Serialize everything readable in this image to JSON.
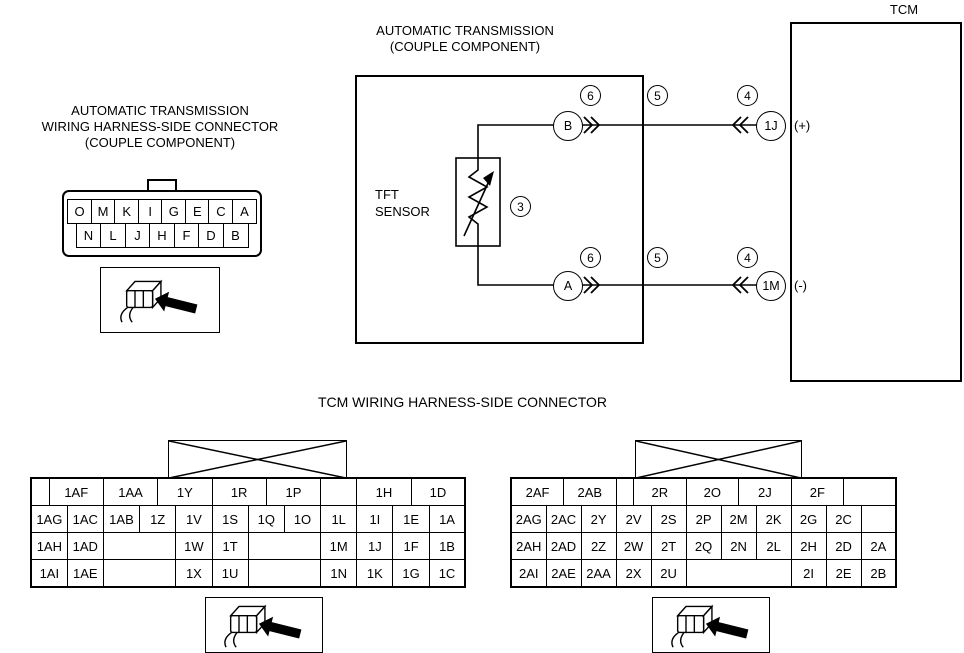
{
  "colors": {
    "ink": "#000000",
    "paper": "#ffffff"
  },
  "top_left_connector": {
    "title_lines": [
      "AUTOMATIC TRANSMISSION",
      "WIRING HARNESS-SIDE CONNECTOR",
      "(COUPLE COMPONENT)"
    ],
    "pin_rows": [
      [
        "O",
        "M",
        "K",
        "I",
        "G",
        "E",
        "C",
        "A"
      ],
      [
        "N",
        "L",
        "J",
        "H",
        "F",
        "D",
        "B"
      ]
    ]
  },
  "circuit": {
    "component_title_lines": [
      "AUTOMATIC TRANSMISSION",
      "(COUPLE COMPONENT)"
    ],
    "tcm_title": "TCM",
    "sensor_name_lines": [
      "TFT",
      "SENSOR"
    ],
    "terminals": {
      "top": "B",
      "bottom": "A"
    },
    "tcm_pins": {
      "top": "1J",
      "top_polarity": "(+)",
      "bottom": "1M",
      "bottom_polarity": "(-)"
    },
    "callouts": {
      "sensor": "3",
      "component_terminal": "6",
      "wire": "5",
      "tcm_pin": "4"
    }
  },
  "bottom_section": {
    "heading": "TCM WIRING HARNESS-SIDE CONNECTOR",
    "left_table": {
      "rows": [
        [
          {
            "t": "",
            "s": 1
          },
          {
            "t": "1AF",
            "s": 3
          },
          {
            "t": "1AA",
            "s": 3
          },
          {
            "t": "1Y",
            "s": 3
          },
          {
            "t": "1R",
            "s": 3
          },
          {
            "t": "1P",
            "s": 3
          },
          {
            "t": "",
            "s": 2
          },
          {
            "t": "1H",
            "s": 3
          },
          {
            "t": "1D",
            "s": 3
          }
        ],
        [
          {
            "t": "1AG",
            "s": 2
          },
          {
            "t": "1AC",
            "s": 2
          },
          {
            "t": "1AB",
            "s": 2
          },
          {
            "t": "1Z",
            "s": 2
          },
          {
            "t": "1V",
            "s": 2
          },
          {
            "t": "1S",
            "s": 2
          },
          {
            "t": "1Q",
            "s": 2
          },
          {
            "t": "1O",
            "s": 2
          },
          {
            "t": "1L",
            "s": 2
          },
          {
            "t": "1I",
            "s": 2
          },
          {
            "t": "1E",
            "s": 2
          },
          {
            "t": "1A",
            "s": 2
          }
        ],
        [
          {
            "t": "1AH",
            "s": 2
          },
          {
            "t": "1AD",
            "s": 2
          },
          {
            "t": "",
            "s": 4
          },
          {
            "t": "1W",
            "s": 2
          },
          {
            "t": "1T",
            "s": 2
          },
          {
            "t": "",
            "s": 4
          },
          {
            "t": "1M",
            "s": 2
          },
          {
            "t": "1J",
            "s": 2
          },
          {
            "t": "1F",
            "s": 2
          },
          {
            "t": "1B",
            "s": 2
          }
        ],
        [
          {
            "t": "1AI",
            "s": 2
          },
          {
            "t": "1AE",
            "s": 2
          },
          {
            "t": "",
            "s": 4
          },
          {
            "t": "1X",
            "s": 2
          },
          {
            "t": "1U",
            "s": 2
          },
          {
            "t": "",
            "s": 4
          },
          {
            "t": "1N",
            "s": 2
          },
          {
            "t": "1K",
            "s": 2
          },
          {
            "t": "1G",
            "s": 2
          },
          {
            "t": "1C",
            "s": 2
          }
        ]
      ]
    },
    "right_table": {
      "rows": [
        [
          {
            "t": "2AF",
            "s": 3
          },
          {
            "t": "2AB",
            "s": 3
          },
          {
            "t": "",
            "s": 1
          },
          {
            "t": "2R",
            "s": 3
          },
          {
            "t": "2O",
            "s": 3
          },
          {
            "t": "2J",
            "s": 3
          },
          {
            "t": "2F",
            "s": 3
          },
          {
            "t": "",
            "s": 3
          }
        ],
        [
          {
            "t": "2AG",
            "s": 2
          },
          {
            "t": "2AC",
            "s": 2
          },
          {
            "t": "2Y",
            "s": 2
          },
          {
            "t": "2V",
            "s": 2
          },
          {
            "t": "2S",
            "s": 2
          },
          {
            "t": "2P",
            "s": 2
          },
          {
            "t": "2M",
            "s": 2
          },
          {
            "t": "2K",
            "s": 2
          },
          {
            "t": "2G",
            "s": 2
          },
          {
            "t": "2C",
            "s": 2
          },
          {
            "t": "",
            "s": 2
          }
        ],
        [
          {
            "t": "2AH",
            "s": 2
          },
          {
            "t": "2AD",
            "s": 2
          },
          {
            "t": "2Z",
            "s": 2
          },
          {
            "t": "2W",
            "s": 2
          },
          {
            "t": "2T",
            "s": 2
          },
          {
            "t": "2Q",
            "s": 2
          },
          {
            "t": "2N",
            "s": 2
          },
          {
            "t": "2L",
            "s": 2
          },
          {
            "t": "2H",
            "s": 2
          },
          {
            "t": "2D",
            "s": 2
          },
          {
            "t": "2A",
            "s": 2
          }
        ],
        [
          {
            "t": "2AI",
            "s": 2
          },
          {
            "t": "2AE",
            "s": 2
          },
          {
            "t": "2AA",
            "s": 2
          },
          {
            "t": "2X",
            "s": 2
          },
          {
            "t": "2U",
            "s": 2
          },
          {
            "t": "",
            "s": 6
          },
          {
            "t": "2I",
            "s": 2
          },
          {
            "t": "2E",
            "s": 2
          },
          {
            "t": "2B",
            "s": 2
          }
        ]
      ]
    }
  }
}
